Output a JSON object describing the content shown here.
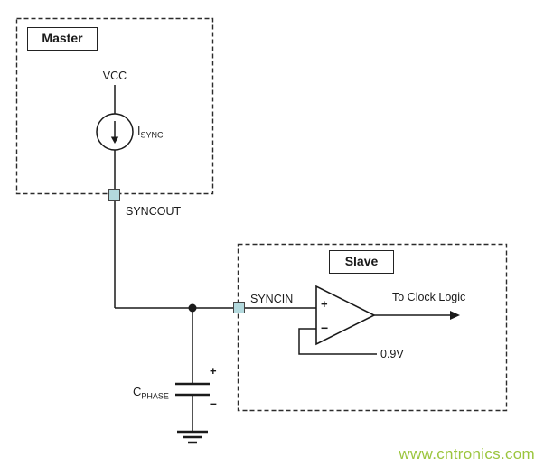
{
  "master": {
    "title": "Master",
    "vcc": "VCC",
    "current_source": {
      "name": "I",
      "sub": "SYNC"
    },
    "syncout": "SYNCOUT"
  },
  "slave": {
    "title": "Slave",
    "syncin": "SYNCIN",
    "comparator": {
      "plus": "+",
      "minus": "−",
      "output": "To Clock Logic",
      "reference": "0.9V"
    }
  },
  "capacitor": {
    "name": "C",
    "sub": "PHASE",
    "plus": "+",
    "minus": "–"
  },
  "watermark": {
    "text": "www.cntronics.com"
  },
  "colors": {
    "pad_fill": "#b3d9dd",
    "wire": "#1a1a1a",
    "watermark_green": "#9bc53d"
  }
}
